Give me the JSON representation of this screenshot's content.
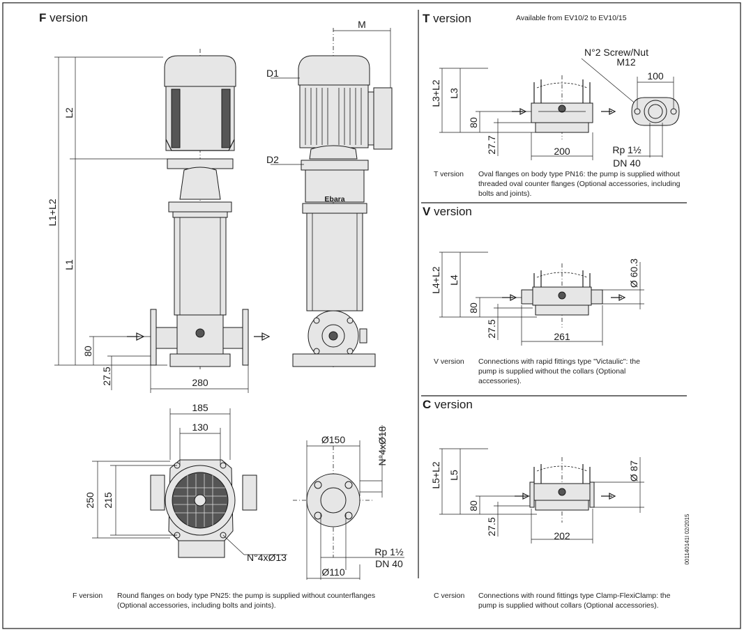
{
  "f_section": {
    "letter": "F",
    "word": "version"
  },
  "t_section": {
    "letter": "T",
    "word": "version",
    "availability": "Available from EV10/2 to EV10/15"
  },
  "v_section": {
    "letter": "V",
    "word": "version"
  },
  "c_section": {
    "letter": "C",
    "word": "version"
  },
  "f_dims": {
    "M": "M",
    "D1": "D1",
    "D2": "D2",
    "L2": "L2",
    "L1": "L1",
    "L1L2": "L1+L2",
    "h80": "80",
    "h275": "27.5",
    "w280": "280",
    "w185": "185",
    "w130": "130",
    "h250": "250",
    "h215": "215",
    "holes": "N°4xØ13",
    "d150": "Ø150",
    "bolt": "N°4xØ18",
    "rp": "Rp 1½",
    "dn": "DN 40",
    "d110": "Ø110"
  },
  "brand": "Ebara",
  "t_dims": {
    "L3L2": "L3+L2",
    "L3": "L3",
    "h80": "80",
    "h277": "27.7",
    "w200": "200",
    "screw1": "N°2 Screw/Nut",
    "screw2": "M12",
    "w100": "100",
    "rp": "Rp 1½",
    "dn": "DN 40"
  },
  "v_dims": {
    "L4L2": "L4+L2",
    "L4": "L4",
    "h80": "80",
    "h275": "27.5",
    "w261": "261",
    "d603": "Ø 60.3"
  },
  "c_dims": {
    "L5L2": "L5+L2",
    "L5": "L5",
    "h80": "80",
    "h275": "27.5",
    "w202": "202",
    "d87": "Ø 87"
  },
  "notes": {
    "t": {
      "label": "T version",
      "text": "Oval flanges on body type PN16: the pump is supplied without threaded oval counter flanges (Optional accessories, including bolts and joints)."
    },
    "v": {
      "label": "V version",
      "text": "Connections with rapid fittings type \"Victaulic\": the pump is supplied without the collars (Optional accessories)."
    },
    "f": {
      "label": "F version",
      "text": "Round flanges on body type PN25: the pump is supplied without counterflanges (Optional accessories, including bolts and joints)."
    },
    "c": {
      "label": "C version",
      "text": "Connections with round fittings type Clamp-FlexiClamp: the pump is supplied without collars (Optional accessories)."
    }
  },
  "doc_code": "001140141I  02/2015"
}
